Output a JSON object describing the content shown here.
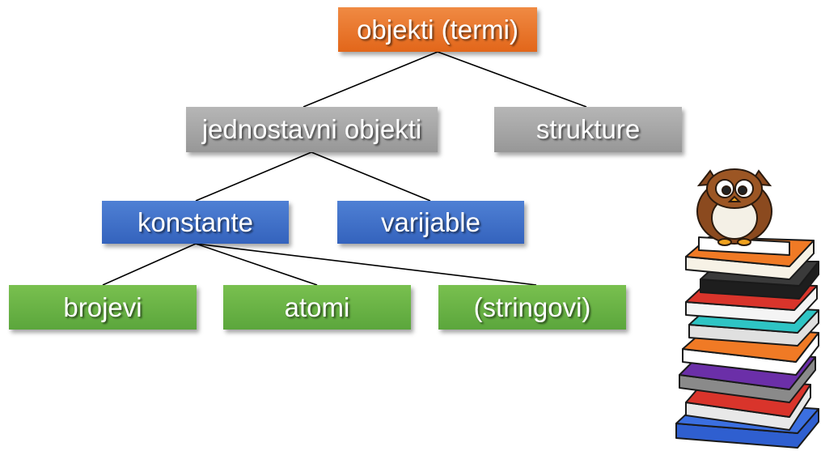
{
  "diagram": {
    "nodes": {
      "root": "objekti (termi)",
      "simple_objects": "jednostavni objekti",
      "structures": "strukture",
      "constants": "konstante",
      "variables": "varijable",
      "numbers": "brojevi",
      "atoms": "atomi",
      "strings": "(stringovi)"
    },
    "edges": [
      [
        "root",
        "simple_objects"
      ],
      [
        "root",
        "structures"
      ],
      [
        "simple_objects",
        "constants"
      ],
      [
        "simple_objects",
        "variables"
      ],
      [
        "constants",
        "numbers"
      ],
      [
        "constants",
        "atoms"
      ],
      [
        "constants",
        "strings"
      ]
    ],
    "colors": {
      "level_1": "#e8712a",
      "level_2": "#a6a6a6",
      "level_3": "#4472c4",
      "level_4": "#70ad47",
      "edge": "#000000"
    }
  },
  "illustration": {
    "icon": "owl-on-books-illustration"
  }
}
